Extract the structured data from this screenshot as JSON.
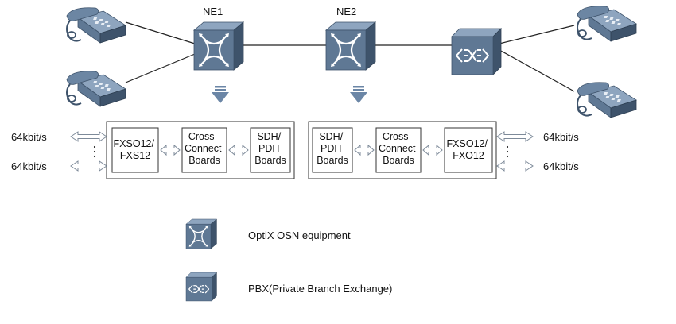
{
  "nodes": {
    "ne1": "NE1",
    "ne2": "NE2"
  },
  "rate_labels": {
    "left_top": "64kbit/s",
    "left_bottom": "64kbit/s",
    "right_top": "64kbit/s",
    "right_bottom": "64kbit/s"
  },
  "ne1_boards": {
    "fxso": [
      "FXSO12/",
      "FXS12"
    ],
    "cross": [
      "Cross-",
      "Connect",
      "Boards"
    ],
    "sdh": [
      "SDH/",
      "PDH",
      "Boards"
    ]
  },
  "ne2_boards": {
    "sdh": [
      "SDH/",
      "PDH",
      "Boards"
    ],
    "cross": [
      "Cross-",
      "Connect",
      "Boards"
    ],
    "fxso": [
      "FXSO12/",
      "FXO12"
    ]
  },
  "legend": {
    "osn": "OptiX OSN equipment",
    "pbx": "PBX(Private Branch Exchange)"
  },
  "icons": {
    "telephone": "telephone-icon",
    "osn": "optix-osn-equipment-icon",
    "pbx": "pbx-icon"
  },
  "colors": {
    "device_front": "#5f7894",
    "device_top": "#8ea5bf",
    "device_side": "#3e536b",
    "phone_body": "#6c86a3",
    "arrow_fill": "#6b86a6"
  }
}
